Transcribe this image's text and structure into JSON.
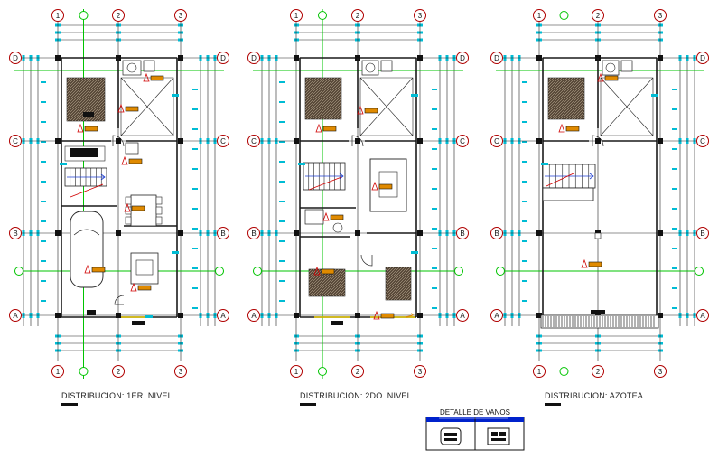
{
  "plans": [
    {
      "id": "first-floor",
      "title": "DISTRIBUCION: 1ER. NIVEL"
    },
    {
      "id": "second-floor",
      "title": "DISTRIBUCION: 2DO. NIVEL"
    },
    {
      "id": "roof",
      "title": "DISTRIBUCION: AZOTEA"
    }
  ],
  "grid": {
    "column_labels": [
      "1",
      "2",
      "3"
    ],
    "row_labels": [
      "D",
      "C",
      "B",
      "A"
    ]
  },
  "detail": {
    "title": "DETALLE DE VANOS"
  },
  "colors": {
    "wall": "#1a1a1a",
    "axis": "#00c400",
    "dimension": "#00bcd4",
    "accent": "#e08a00",
    "marker": "#d00000",
    "stair": "#1f3fd0",
    "yellow": "#e6c800",
    "blue": "#0022cc"
  }
}
